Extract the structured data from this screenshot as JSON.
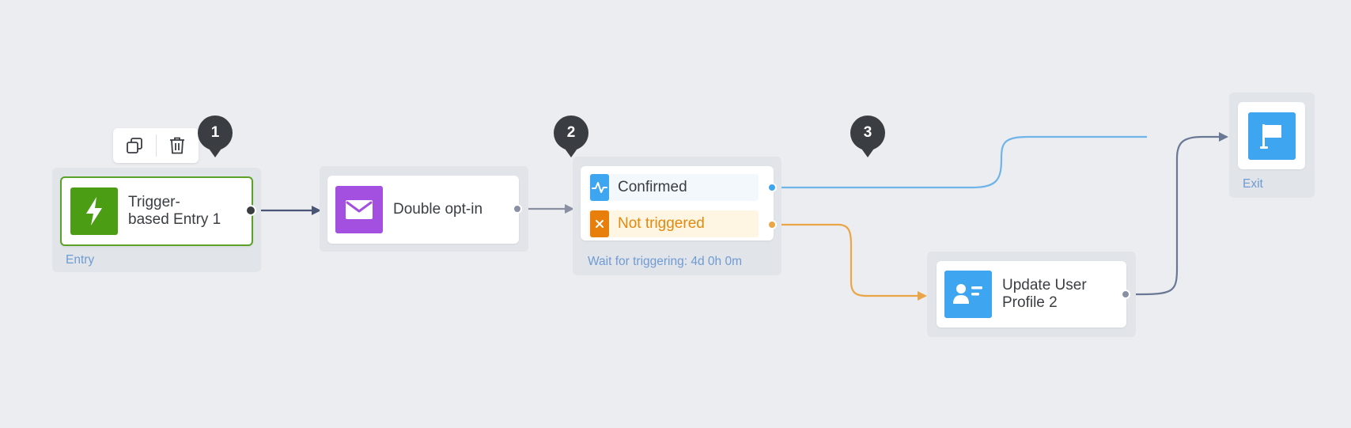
{
  "toolbar": {
    "copy_icon": "copy-icon",
    "delete_icon": "trash-icon"
  },
  "steps": [
    "1",
    "2",
    "3"
  ],
  "nodes": {
    "entry": {
      "label": "Trigger-based Entry 1",
      "label_line1": "Trigger-",
      "label_line2": "based Entry 1",
      "caption": "Entry",
      "icon": "lightning-icon",
      "icon_color": "#4b9d14",
      "border_color": "#5aa228"
    },
    "double_optin": {
      "label": "Double opt-in",
      "icon": "envelope-icon",
      "icon_color": "#a34fe0"
    },
    "wait": {
      "caption": "Wait for triggering: 4d 0h 0m",
      "branches": [
        {
          "label": "Confirmed",
          "icon": "activity-icon",
          "icon_color": "#3ea6f0",
          "row_color": "#f3f8fd",
          "text_color": "#3a3d42"
        },
        {
          "label": "Not triggered",
          "icon": "close-icon",
          "icon_color": "#e87f0c",
          "row_color": "#fff5e3",
          "text_color": "#e08a0e"
        }
      ]
    },
    "update_profile": {
      "label": "Update User Profile 2",
      "label_line1": "Update User",
      "label_line2": "Profile 2",
      "icon": "user-card-icon",
      "icon_color": "#3ea6f0"
    },
    "exit": {
      "caption": "Exit",
      "icon": "flag-icon",
      "icon_color": "#3ea6f0"
    }
  },
  "colors": {
    "canvas": "#ebedf0",
    "frame": "#e1e4e8",
    "connector_dark": "#4a5676",
    "connector_gray": "#8a90a4",
    "connector_blue": "#6fb5ea",
    "connector_orange": "#eaa547",
    "connector_slate": "#6a7896",
    "caption_blue": "#6f9bd4"
  }
}
